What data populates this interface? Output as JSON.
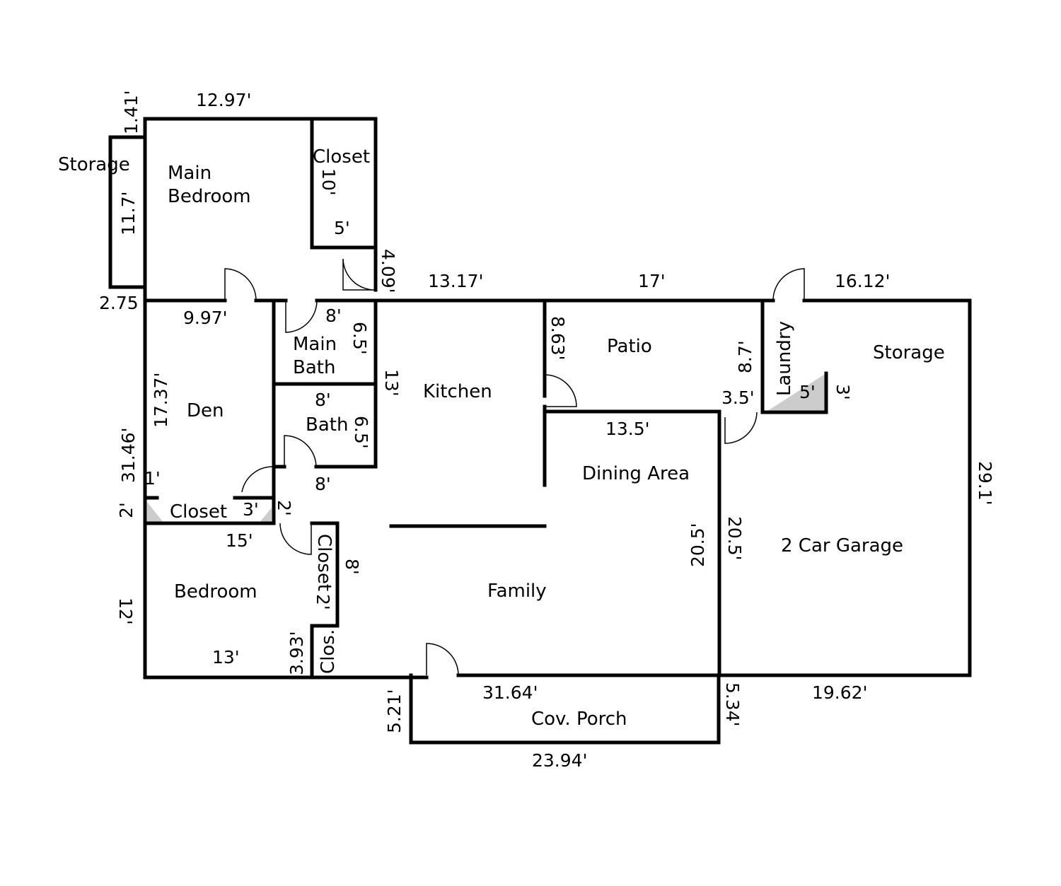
{
  "colors": {
    "wall": "#000000",
    "background": "#ffffff",
    "shading": "#cccccc"
  },
  "rooms": {
    "storage_left": "Storage",
    "main_bedroom_1": "Main",
    "main_bedroom_2": "Bedroom",
    "closet_master": "Closet",
    "main_bath_1": "Main",
    "main_bath_2": "Bath",
    "bath": "Bath",
    "kitchen": "Kitchen",
    "patio": "Patio",
    "laundry": "Laundry",
    "storage_right": "Storage",
    "den": "Den",
    "closet_den": "Closet",
    "dining_area": "Dining Area",
    "garage": "2 Car Garage",
    "bedroom": "Bedroom",
    "closet_bedroom": "Closet",
    "clos": "Clos.",
    "family": "Family",
    "porch": "Cov. Porch"
  },
  "dimensions": {
    "d_1_41": "1.41'",
    "d_12_97": "12.97'",
    "d_11_7": "11.7'",
    "d_10": "10'",
    "d_5_closet": "5'",
    "d_4_09": "4.09'",
    "d_13_17": "13.17'",
    "d_17": "17'",
    "d_16_12": "16.12'",
    "d_2_75": "2.75",
    "d_9_97": "9.97'",
    "d_8_mainbath": "8'",
    "d_6_5_mainbath": "6.5'",
    "d_8_63": "8.63'",
    "d_8_7": "8.7'",
    "d_13": "13'",
    "d_17_37": "17.37'",
    "d_8_bath_top": "8'",
    "d_6_5_bath": "6.5'",
    "d_5_laundry": "5'",
    "d_3_laundry": "3'",
    "d_3_5": "3.5'",
    "d_13_5": "13.5'",
    "d_31_46": "31.46'",
    "d_1": "1'",
    "d_8_bath_bottom": "8'",
    "d_29_1": "29.1'",
    "d_2_left": "2'",
    "d_3_closet": "3'",
    "d_2_closet": "2'",
    "d_15": "15'",
    "d_20_5_a": "20.5'",
    "d_20_5_b": "20.5'",
    "d_8_closet": "8'",
    "d_2_bedroom_closet": "2'",
    "d_12": "12'",
    "d_13_bedroom": "13'",
    "d_3_93": "3.93'",
    "d_5_21": "5.21'",
    "d_31_64": "31.64'",
    "d_5_34": "5.34'",
    "d_19_62": "19.62'",
    "d_23_94": "23.94'"
  }
}
